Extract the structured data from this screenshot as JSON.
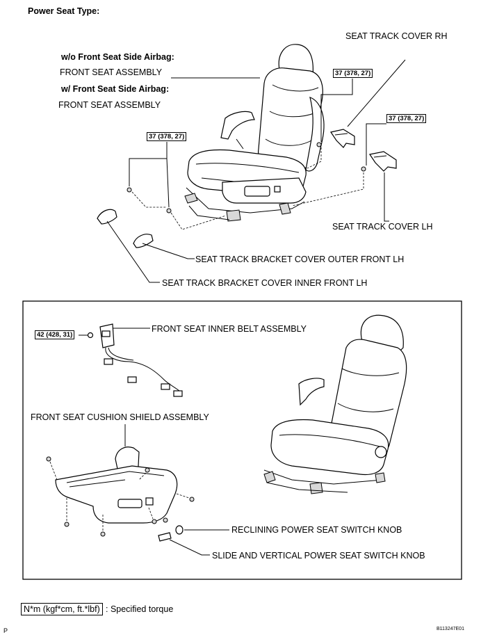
{
  "header": {
    "title": "Power Seat Type:"
  },
  "labels": {
    "seat_track_cover_rh": "SEAT TRACK COVER RH",
    "wo_airbag": "w/o Front Seat Side Airbag:",
    "front_seat_assembly_1": "FRONT SEAT ASSEMBLY",
    "w_airbag": "w/ Front Seat Side Airbag:",
    "front_seat_assembly_2": "FRONT SEAT ASSEMBLY",
    "seat_track_cover_lh": "SEAT TRACK COVER LH",
    "bracket_outer": "SEAT TRACK BRACKET COVER OUTER FRONT LH",
    "bracket_inner": "SEAT TRACK BRACKET COVER INNER FRONT LH",
    "inner_belt": "FRONT SEAT INNER BELT ASSEMBLY",
    "cushion_shield": "FRONT SEAT CUSHION SHIELD ASSEMBLY",
    "reclining_knob": "RECLINING POWER SEAT SWITCH KNOB",
    "slide_vertical_knob": "SLIDE AND VERTICAL POWER SEAT SWITCH KNOB"
  },
  "torques": {
    "t1": "37 (378, 27)",
    "t2": "37 (378, 27)",
    "t3": "37 (378, 27)",
    "t4": "42 (428, 31)"
  },
  "legend": {
    "unit": "N*m (kgf*cm, ft.*lbf)",
    "text": ": Specified torque"
  },
  "footer": {
    "left": "P",
    "code": "B113247E01"
  }
}
